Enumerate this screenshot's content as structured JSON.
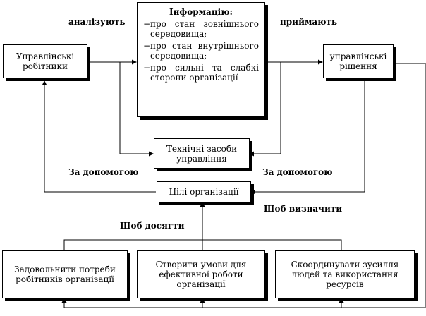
{
  "nodes": {
    "workers": "Управлінські робітники",
    "information": {
      "title": "Інформацію:",
      "items": [
        "про стан зовнішнього середовища;",
        "про стан внутрішнього середовища;",
        "про сильні та слабкі сторони організації"
      ]
    },
    "decisions": "управлінські рішення",
    "tech": "Технічні засоби управління",
    "goals": "Цілі організації",
    "needs": "Задовольнити потреби робітників організації",
    "conditions": "Створити умови для ефективної роботи організації",
    "coordinate": "Скоординувати зусилля людей та використання ресурсів"
  },
  "edge_labels": {
    "analyze": "аналізують",
    "accept": "приймають",
    "with_help_left": "За допомогою",
    "with_help_right": "За допомогою",
    "to_achieve": "Щоб досягти",
    "to_define": "Щоб визначити"
  }
}
